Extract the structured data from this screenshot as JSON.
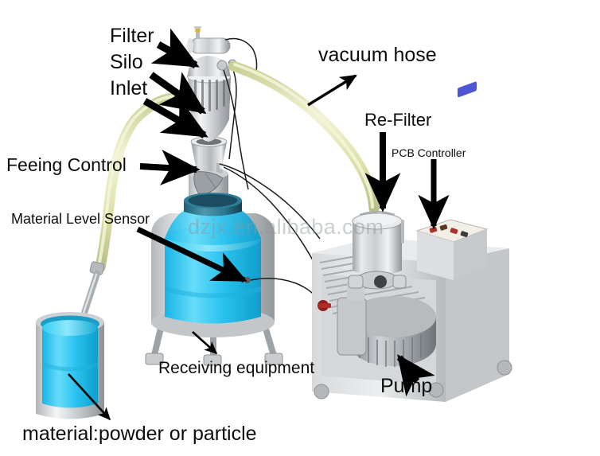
{
  "image": {
    "kind": "product-diagram",
    "subject": "vacuum conveying / powder transfer system",
    "background_color": "#ffffff"
  },
  "watermark": {
    "text": "dzjx.en.alibaba.com",
    "color": "#8c969e"
  },
  "labels": {
    "filter": "Filter",
    "silo": "Silo",
    "inlet": "Inlet",
    "vacuum_hose": "vacuum hose",
    "re_filter": "Re-Filter",
    "pcb_controller": "PCB Controller",
    "feeding_control": "Feeing Control",
    "material_level_sensor": "Material Level Sensor",
    "receiving_equipment": "Receiving equipment",
    "pump": "Pump",
    "material": "material:powder or particle"
  },
  "parts": [
    {
      "name": "silo",
      "label": "Silo",
      "callout": "arrow-right-down"
    },
    {
      "name": "filter",
      "label": "Filter",
      "callout": "arrow-right-down"
    },
    {
      "name": "inlet",
      "label": "Inlet",
      "callout": "arrow-right-down"
    },
    {
      "name": "vacuum-hose",
      "label": "vacuum hose",
      "callout": "arrow-up-right"
    },
    {
      "name": "re-filter",
      "label": "Re-Filter",
      "callout": "arrow-down"
    },
    {
      "name": "pcb-controller",
      "label": "PCB Controller",
      "callout": "arrow-down"
    },
    {
      "name": "feeding-control",
      "label": "Feeing Control",
      "callout": "arrow-right"
    },
    {
      "name": "material-level-sensor",
      "label": "Material Level Sensor",
      "callout": "arrow-right-down"
    },
    {
      "name": "receiving-equipment",
      "label": "Receiving equipment",
      "callout": "arrow-right-down"
    },
    {
      "name": "pump",
      "label": "Pump",
      "callout": "arrow-up"
    },
    {
      "name": "material-bucket",
      "label": "material:powder or particle",
      "callout": "arrow-right-down"
    }
  ],
  "colors": {
    "hose": "#dfe2a8",
    "hose_light": "#f0f2cf",
    "steel_light": "#e4e6e8",
    "steel_mid": "#b9bdc0",
    "steel_dark": "#84898d",
    "material_cyan": "#29c3ef",
    "material_cyan_light": "#4fd8f7",
    "tank_teal": "#2d7f96",
    "panel_face": "#f2efe6",
    "arrow": "#000000",
    "label_text": "#0d0d0d"
  }
}
